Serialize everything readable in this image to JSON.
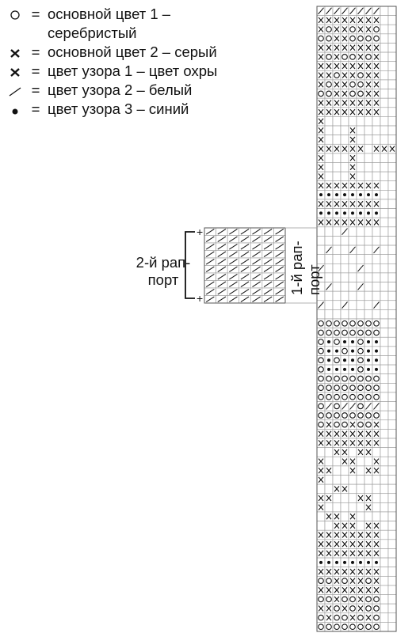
{
  "legend": [
    {
      "symbol": "circle",
      "text": "основной цвет 1 – серебристый"
    },
    {
      "symbol": "cross",
      "text": "основной цвет 2 – серый"
    },
    {
      "symbol": "cross",
      "text": "цвет узора 1 – цвет охры"
    },
    {
      "symbol": "slash",
      "text": "цвет узора 2 – белый"
    },
    {
      "symbol": "dot",
      "text": "цвет узора 3 – синий"
    }
  ],
  "equals_sign": "=",
  "repeat_labels": {
    "second": "2-й рап-\nпорт",
    "first": "1-й рап-\nпорт",
    "bracket_end_mark": "+"
  },
  "main_chart_rows": [
    "////////",
    "XXXXXXXX",
    "XOXXOXXO",
    "OOXXOOOO",
    "XXXXXXXX",
    "XOXOOXOX",
    "XXXXXXXX",
    "XXOXXOXX",
    "XOXXOOXX",
    "OOXXOOXX",
    "XXXXXXXX",
    "XXXXXXXX",
    "X.......",
    "X...X...",
    "X...X...",
    "XXXXXX.XXX",
    "X...X...",
    "X...X...",
    "X...X...",
    "XXXXXXXX",
    "********",
    "XXXXXXXX",
    "********",
    "XXXXXXXX",
    ".../....",
    "........",
    "./../../",
    "........",
    "/..../...",
    "........",
    "./.../..",
    "........",
    "/../.../",
    "........",
    "OOOOOOOO",
    "OOOOOOOO",
    "O*O**O**",
    "O**O*O**",
    "O*O**O**",
    "O****O**",
    "OOOOOOOO",
    "OOOOOOOO",
    "OOOOOOOO",
    "O/O//O//",
    "OOOOOOOO",
    "OXOOXOOX",
    "XXXXXXXX",
    "XXXXXXXX",
    "..XX.XX.",
    "X..XX..X",
    "XX..X.XX",
    "X.......",
    "..XX....",
    "XX...XX.",
    "X.....X.",
    ".XX.X...",
    "..XXX.XX",
    "XXXXXXXX",
    "XXXXXXXX",
    "XXXXXXXX",
    "********",
    "XXXXXXXX",
    "OOXOXXOX",
    "XXXXXXXX",
    "OOXOOXOO",
    "XXOXOXOO",
    "OXOOXOXO",
    "OOOOOOOO"
  ],
  "repeat2_rows": [
    "///////",
    "///////",
    "///////",
    "///////",
    "///////",
    "///////",
    "///////",
    "///////",
    "///////",
    "///////"
  ]
}
